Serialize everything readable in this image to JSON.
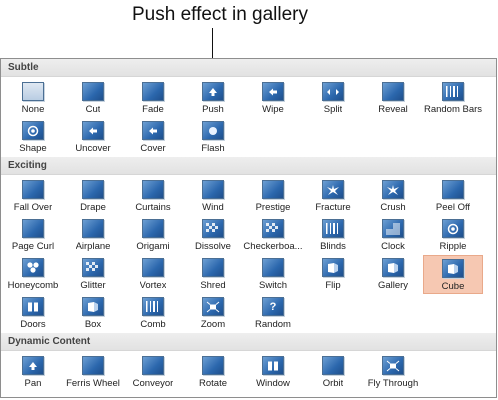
{
  "callout": {
    "text": "Push effect in gallery"
  },
  "sections": [
    {
      "title": "Subtle",
      "items": [
        {
          "label": "None",
          "icon": "none-icon"
        },
        {
          "label": "Cut",
          "icon": "cut-icon"
        },
        {
          "label": "Fade",
          "icon": "fade-icon"
        },
        {
          "label": "Push",
          "icon": "push-icon"
        },
        {
          "label": "Wipe",
          "icon": "wipe-icon"
        },
        {
          "label": "Split",
          "icon": "split-icon"
        },
        {
          "label": "Reveal",
          "icon": "reveal-icon"
        },
        {
          "label": "Random Bars",
          "icon": "random-bars-icon"
        },
        {
          "label": "Shape",
          "icon": "shape-icon"
        },
        {
          "label": "Uncover",
          "icon": "uncover-icon"
        },
        {
          "label": "Cover",
          "icon": "cover-icon"
        },
        {
          "label": "Flash",
          "icon": "flash-icon"
        }
      ]
    },
    {
      "title": "Exciting",
      "items": [
        {
          "label": "Fall Over",
          "icon": "fall-over-icon"
        },
        {
          "label": "Drape",
          "icon": "drape-icon"
        },
        {
          "label": "Curtains",
          "icon": "curtains-icon"
        },
        {
          "label": "Wind",
          "icon": "wind-icon"
        },
        {
          "label": "Prestige",
          "icon": "prestige-icon"
        },
        {
          "label": "Fracture",
          "icon": "fracture-icon"
        },
        {
          "label": "Crush",
          "icon": "crush-icon"
        },
        {
          "label": "Peel Off",
          "icon": "peel-off-icon"
        },
        {
          "label": "Page Curl",
          "icon": "page-curl-icon"
        },
        {
          "label": "Airplane",
          "icon": "airplane-icon"
        },
        {
          "label": "Origami",
          "icon": "origami-icon"
        },
        {
          "label": "Dissolve",
          "icon": "dissolve-icon"
        },
        {
          "label": "Checkerboa...",
          "icon": "checkerboard-icon"
        },
        {
          "label": "Blinds",
          "icon": "blinds-icon"
        },
        {
          "label": "Clock",
          "icon": "clock-icon"
        },
        {
          "label": "Ripple",
          "icon": "ripple-icon"
        },
        {
          "label": "Honeycomb",
          "icon": "honeycomb-icon"
        },
        {
          "label": "Glitter",
          "icon": "glitter-icon"
        },
        {
          "label": "Vortex",
          "icon": "vortex-icon"
        },
        {
          "label": "Shred",
          "icon": "shred-icon"
        },
        {
          "label": "Switch",
          "icon": "switch-icon"
        },
        {
          "label": "Flip",
          "icon": "flip-icon"
        },
        {
          "label": "Gallery",
          "icon": "gallery-icon"
        },
        {
          "label": "Cube",
          "icon": "cube-icon",
          "selected": true
        },
        {
          "label": "Doors",
          "icon": "doors-icon"
        },
        {
          "label": "Box",
          "icon": "box-icon"
        },
        {
          "label": "Comb",
          "icon": "comb-icon"
        },
        {
          "label": "Zoom",
          "icon": "zoom-icon"
        },
        {
          "label": "Random",
          "icon": "random-icon"
        }
      ]
    },
    {
      "title": "Dynamic Content",
      "items": [
        {
          "label": "Pan",
          "icon": "pan-icon"
        },
        {
          "label": "Ferris Wheel",
          "icon": "ferris-wheel-icon"
        },
        {
          "label": "Conveyor",
          "icon": "conveyor-icon"
        },
        {
          "label": "Rotate",
          "icon": "rotate-icon"
        },
        {
          "label": "Window",
          "icon": "window-icon"
        },
        {
          "label": "Orbit",
          "icon": "orbit-icon"
        },
        {
          "label": "Fly Through",
          "icon": "fly-through-icon"
        }
      ]
    }
  ],
  "colors": {
    "accent": "#2b67ad",
    "selected_bg": "#f6c8b2",
    "header_bg": "#e6e6e6"
  },
  "random_glyph": "?"
}
